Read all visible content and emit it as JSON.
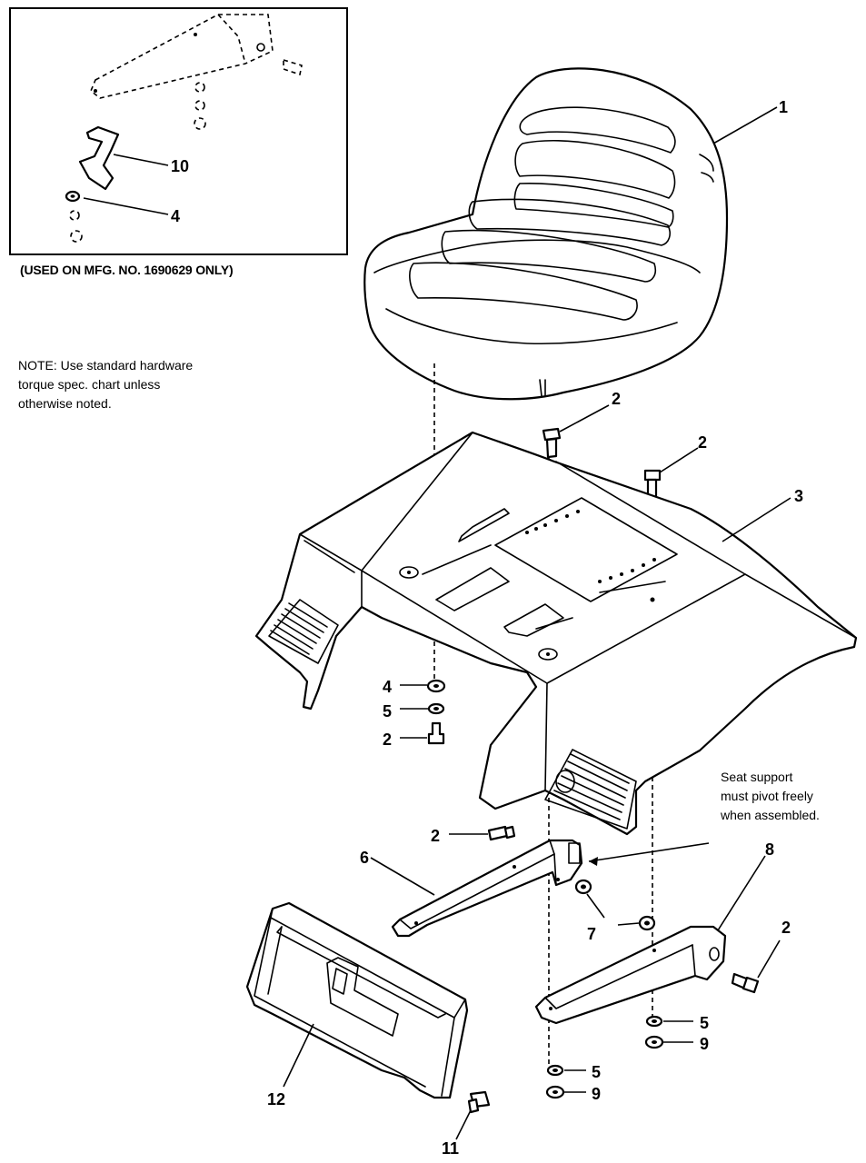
{
  "notes": {
    "used_on": "(USED ON MFG. NO. 1690629 ONLY)",
    "general_line1": "NOTE: Use standard hardware",
    "general_line2": "torque spec. chart unless",
    "general_line3": "otherwise noted.",
    "seat_line1": "Seat support",
    "seat_line2": "must pivot freely",
    "seat_line3": "when assembled."
  },
  "callouts": {
    "c1": "1",
    "c2a": "2",
    "c2b": "2",
    "c2c": "2",
    "c2d": "2",
    "c2e": "2",
    "c3": "3",
    "c4a": "4",
    "c4b": "4",
    "c5a": "5",
    "c5b": "5",
    "c5c": "5",
    "c6": "6",
    "c7": "7",
    "c8": "8",
    "c9a": "9",
    "c9b": "9",
    "c10": "10",
    "c11": "11",
    "c12": "12"
  }
}
